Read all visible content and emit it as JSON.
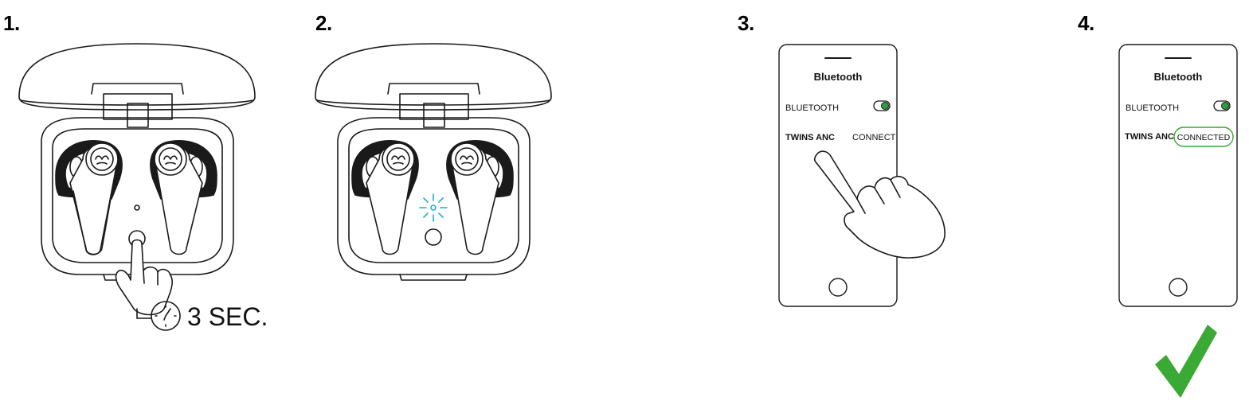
{
  "steps": [
    {
      "number": "1."
    },
    {
      "number": "2."
    },
    {
      "number": "3."
    },
    {
      "number": "4."
    }
  ],
  "step1": {
    "timer_label": "3 SEC."
  },
  "phone3": {
    "title": "Bluetooth",
    "bluetooth_label": "BLUETOOTH",
    "device_name": "TWINS ANC",
    "action_label": "CONNECT"
  },
  "phone4": {
    "title": "Bluetooth",
    "bluetooth_label": "BLUETOOTH",
    "device_name": "TWINS ANC",
    "status_label": "CONNECTED"
  },
  "colors": {
    "line": "#1a1a1a",
    "toggle_on": "#2e9e3e",
    "led_blue": "#29a8e0",
    "check_green": "#3aa935"
  },
  "icons": [
    "earbud-case-icon",
    "hand-pointer-icon",
    "clock-icon",
    "led-blink-icon",
    "smartphone-icon",
    "toggle-icon",
    "checkmark-icon"
  ]
}
